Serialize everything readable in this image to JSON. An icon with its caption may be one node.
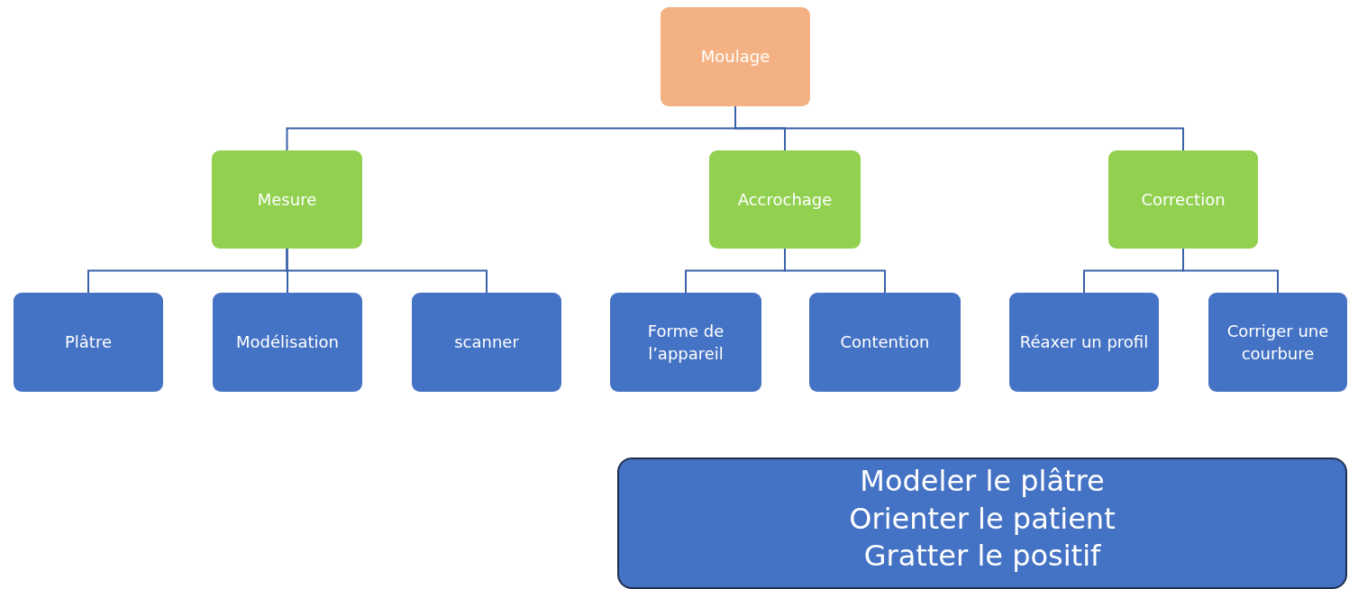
{
  "diagram": {
    "nodes": [
      {
        "text": [
          "Moulage"
        ]
      },
      {
        "text": [
          "Mesure"
        ]
      },
      {
        "text": [
          "Accrochage"
        ]
      },
      {
        "text": [
          "Correction"
        ]
      },
      {
        "text": [
          "Plâtre"
        ]
      },
      {
        "text": [
          "Modélisation"
        ]
      },
      {
        "text": [
          "scanner"
        ]
      },
      {
        "text": [
          "Forme de l’appareil"
        ]
      },
      {
        "text": [
          "Contention"
        ]
      },
      {
        "text": [
          "Réaxer un profil"
        ]
      },
      {
        "text": [
          "Corriger une courbure"
        ]
      },
      {
        "text": [
          "Modeler le plâtre",
          "Orienter le patient",
          "Gratter le positif"
        ]
      }
    ],
    "edges": [
      {
        "from": 0,
        "to": 1,
        "arrow": "none"
      },
      {
        "from": 0,
        "to": 2,
        "arrow": "none"
      },
      {
        "from": 0,
        "to": 3,
        "arrow": "none"
      },
      {
        "from": 1,
        "to": 4,
        "arrow": "none"
      },
      {
        "from": 1,
        "to": 5,
        "arrow": "none"
      },
      {
        "from": 1,
        "to": 6,
        "arrow": "none"
      },
      {
        "from": 2,
        "to": 7,
        "arrow": "none"
      },
      {
        "from": 2,
        "to": 8,
        "arrow": "none"
      },
      {
        "from": 3,
        "to": 9,
        "arrow": "none"
      },
      {
        "from": 3,
        "to": 10,
        "arrow": "none"
      }
    ]
  }
}
